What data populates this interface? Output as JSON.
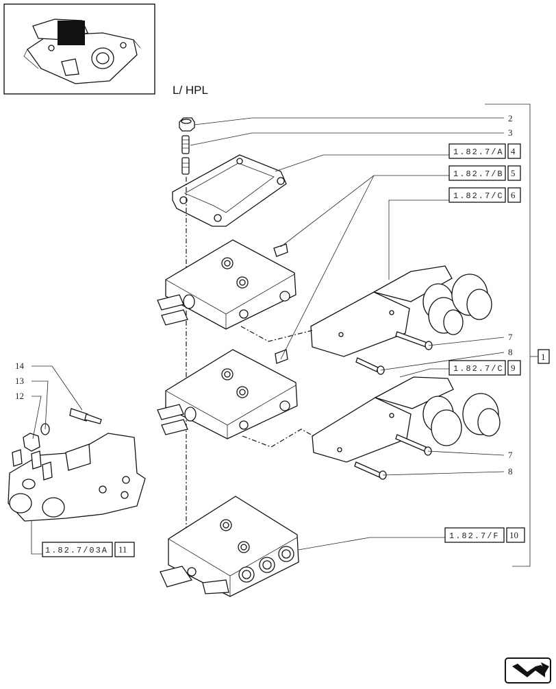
{
  "title": "L/ HPL",
  "references": [
    {
      "code": "1.82.7/A",
      "item": "4"
    },
    {
      "code": "1.82.7/B",
      "item": "5"
    },
    {
      "code": "1.82.7/C",
      "item": "6"
    },
    {
      "code": "1.82.7/C",
      "item": "9"
    },
    {
      "code": "1.82.7/F",
      "item": "10"
    },
    {
      "code": "1.82.7/03A",
      "item": "11"
    }
  ],
  "callouts": {
    "n2": "2",
    "n3": "3",
    "n1": "1",
    "n7a": "7",
    "n8a": "8",
    "n7b": "7",
    "n8b": "8",
    "n14": "14",
    "n13": "13",
    "n12": "12"
  },
  "icons": {
    "thumbnail": "valve-assembly-thumbnail",
    "nav": "navigation-arrow-icon"
  }
}
